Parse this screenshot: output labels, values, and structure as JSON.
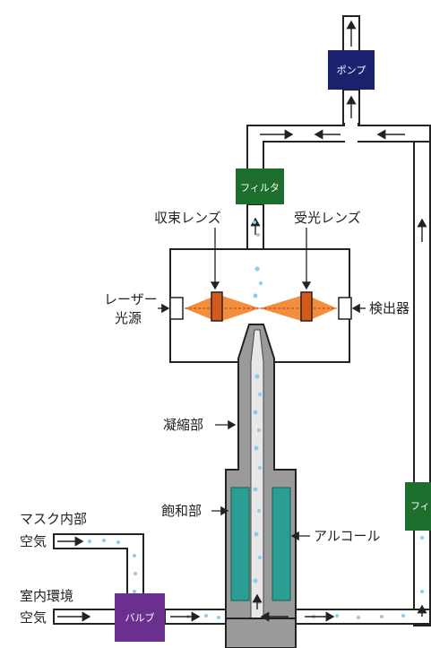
{
  "labels": {
    "pump": "ポンプ",
    "filter_top": "フィルタ",
    "filter_right": "フィ",
    "valve": "バルブ",
    "condenser_lens": "収束レンズ",
    "receiver_lens": "受光レンズ",
    "laser_line1": "レーザー",
    "laser_line2": "光源",
    "detector": "検出器",
    "condensation": "凝縮部",
    "saturation": "飽和部",
    "alcohol": "アルコール",
    "mask_line1": "マスク内部",
    "mask_line2": "空気",
    "room_line1": "室内環境",
    "room_line2": "空気"
  },
  "colors": {
    "pump": "#1a2270",
    "filter": "#1e6e2e",
    "valve": "#6a2f8f",
    "tube": "#9a9a9a",
    "tube_inner": "#e4e4e4",
    "alcohol": "#2b9e94",
    "particle": "#8fcbe6",
    "laser": "#f07a1a"
  }
}
